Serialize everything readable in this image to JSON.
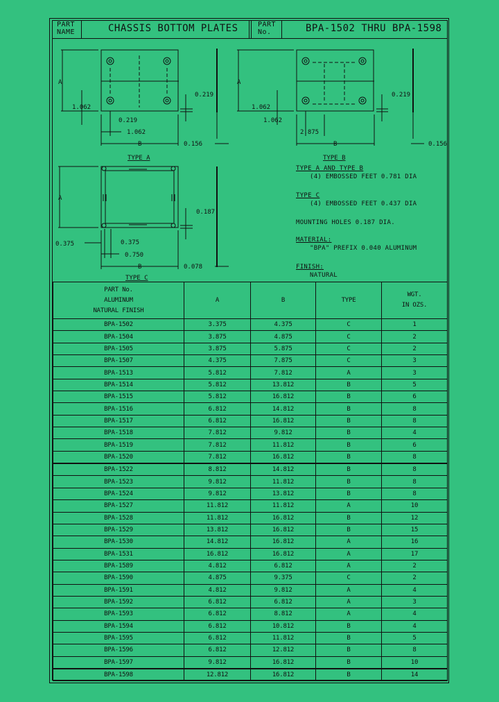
{
  "title_block": {
    "part_name_label": "PART\nNAME",
    "part_name": "CHASSIS BOTTOM PLATES",
    "part_no_label": "PART\nNo.",
    "part_no": "BPA-1502 THRU BPA-1598"
  },
  "drawings": {
    "type_a": {
      "caption": "TYPE A",
      "dims": {
        "a": "A",
        "b": "B",
        "d1062_left": "1.062",
        "d0219_bottom": "0.219",
        "d1062_bottom": "1.062",
        "d0219_right": "0.219",
        "d0156": "0.156"
      }
    },
    "type_b": {
      "caption": "TYPE B",
      "dims": {
        "a": "A",
        "b": "B",
        "d1062_left": "1.062",
        "d1062_bottom": "1.062",
        "d2875": "2.875",
        "d0219_right": "0.219",
        "d0156": "0.156"
      }
    },
    "type_c": {
      "caption": "TYPE C",
      "dims": {
        "a": "A",
        "b": "B",
        "d0375_left": "0.375",
        "d0375_bottom": "0.375",
        "d0750": "0.750",
        "d0187": "0.187",
        "d0078": "0.078"
      }
    }
  },
  "notes": {
    "ab_title": "TYPE A AND TYPE B",
    "ab_text": "(4) EMBOSSED FEET 0.781 DIA",
    "c_title": "TYPE C",
    "c_text": "(4) EMBOSSED FEET 0.437 DIA",
    "mounting": "MOUNTING HOLES 0.187 DIA.",
    "material_title": "MATERIAL:",
    "material_text": "\"BPA\" PREFIX 0.040 ALUMINUM",
    "finish_title": "FINISH:",
    "finish_text": "NATURAL"
  },
  "table": {
    "headers": [
      "PART No.\nALUMINUM\nNATURAL FINISH",
      "A",
      "B",
      "TYPE",
      "WGT.\nIN OZS."
    ],
    "rows": [
      [
        "BPA-1502",
        "3.375",
        "4.375",
        "C",
        "1"
      ],
      [
        "BPA-1504",
        "3.875",
        "4.875",
        "C",
        "2"
      ],
      [
        "BPA-1505",
        "3.875",
        "5.875",
        "C",
        "2"
      ],
      [
        "BPA-1507",
        "4.375",
        "7.875",
        "C",
        "3"
      ],
      [
        "BPA-1513",
        "5.812",
        "7.812",
        "A",
        "3"
      ],
      [
        "BPA-1514",
        "5.812",
        "13.812",
        "B",
        "5"
      ],
      [
        "BPA-1515",
        "5.812",
        "16.812",
        "B",
        "6"
      ],
      [
        "BPA-1516",
        "6.812",
        "14.812",
        "B",
        "8"
      ],
      [
        "BPA-1517",
        "6.812",
        "16.812",
        "B",
        "8"
      ],
      [
        "BPA-1518",
        "7.812",
        "9.812",
        "B",
        "4"
      ],
      [
        "BPA-1519",
        "7.812",
        "11.812",
        "B",
        "6"
      ],
      [
        "BPA-1520",
        "7.812",
        "16.812",
        "B",
        "8"
      ],
      [
        "BPA-1522",
        "8.812",
        "14.812",
        "B",
        "8"
      ],
      [
        "BPA-1523",
        "9.812",
        "11.812",
        "B",
        "8"
      ],
      [
        "BPA-1524",
        "9.812",
        "13.812",
        "B",
        "8"
      ],
      [
        "BPA-1527",
        "11.812",
        "11.812",
        "A",
        "10"
      ],
      [
        "BPA-1528",
        "11.812",
        "16.812",
        "B",
        "12"
      ],
      [
        "BPA-1529",
        "13.812",
        "16.812",
        "B",
        "15"
      ],
      [
        "BPA-1530",
        "14.812",
        "16.812",
        "A",
        "16"
      ],
      [
        "BPA-1531",
        "16.812",
        "16.812",
        "A",
        "17"
      ],
      [
        "BPA-1589",
        "4.812",
        "6.812",
        "A",
        "2"
      ],
      [
        "BPA-1590",
        "4.875",
        "9.375",
        "C",
        "2"
      ],
      [
        "BPA-1591",
        "4.812",
        "9.812",
        "A",
        "4"
      ],
      [
        "BPA-1592",
        "6.812",
        "6.812",
        "A",
        "3"
      ],
      [
        "BPA-1593",
        "6.812",
        "8.812",
        "A",
        "4"
      ],
      [
        "BPA-1594",
        "6.812",
        "10.812",
        "B",
        "4"
      ],
      [
        "BPA-1595",
        "6.812",
        "11.812",
        "B",
        "5"
      ],
      [
        "BPA-1596",
        "6.812",
        "12.812",
        "B",
        "8"
      ],
      [
        "BPA-1597",
        "9.812",
        "16.812",
        "B",
        "10"
      ],
      [
        "BPA-1598",
        "12.812",
        "16.812",
        "B",
        "14"
      ]
    ],
    "thick_rows": [
      12,
      29
    ]
  },
  "colors": {
    "background": "#33c17f",
    "ink": "#111111"
  }
}
